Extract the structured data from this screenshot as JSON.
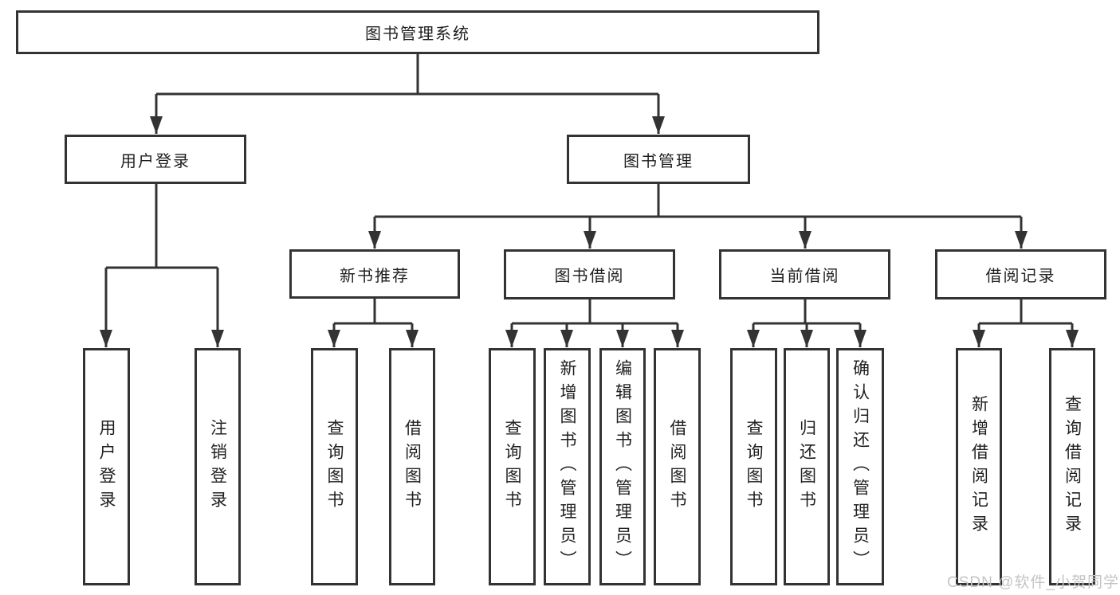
{
  "diagram": {
    "root": {
      "label": "图书管理系统"
    },
    "level2": {
      "user_login": {
        "label": "用户登录"
      },
      "book_management": {
        "label": "图书管理"
      }
    },
    "level3": {
      "new_book_recommend": {
        "label": "新书推荐"
      },
      "book_borrowing": {
        "label": "图书借阅"
      },
      "current_borrowing": {
        "label": "当前借阅"
      },
      "borrowing_records": {
        "label": "借阅记录"
      }
    },
    "leaves": {
      "user_login": {
        "label": "用户登录"
      },
      "logout_login": {
        "label": "注销登录"
      },
      "query_books_1": {
        "label": "查询图书"
      },
      "borrow_books_1": {
        "label": "借阅图书"
      },
      "query_books_2": {
        "label": "查询图书"
      },
      "add_books_admin": {
        "label": "新增图书（管理员）"
      },
      "edit_books_admin": {
        "label": "编辑图书（管理员）"
      },
      "borrow_books_2": {
        "label": "借阅图书"
      },
      "query_books_3": {
        "label": "查询图书"
      },
      "return_books": {
        "label": "归还图书"
      },
      "confirm_return_admin": {
        "label": "确认归还（管理员）"
      },
      "add_borrow_record": {
        "label": "新增借阅记录"
      },
      "query_borrow_record": {
        "label": "查询借阅记录"
      }
    },
    "colors": {
      "line": "#333333",
      "text": "#1f1f1f",
      "background": "#ffffff"
    }
  },
  "watermark": {
    "text": "CSDN @软件_小贺同学",
    "color": "#c4c4c4"
  }
}
